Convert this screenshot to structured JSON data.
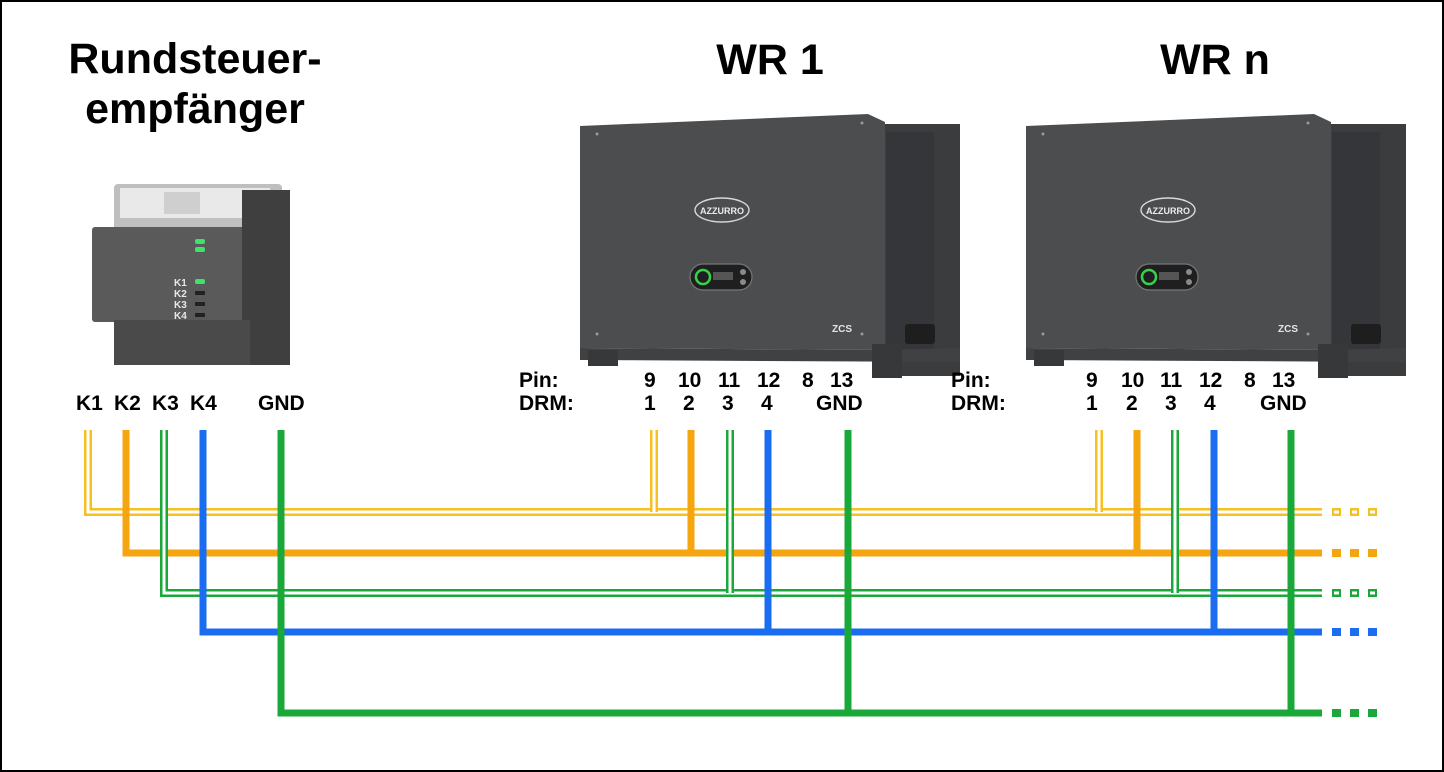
{
  "receiver": {
    "title_line1": "Rundsteuer-",
    "title_line2": "empfänger",
    "device_labels": [
      "K1",
      "K2",
      "K3",
      "K4"
    ],
    "terminals": [
      "K1",
      "K2",
      "K3",
      "K4",
      "GND"
    ]
  },
  "inverters": [
    {
      "title": "WR 1",
      "brand": "AZZURRO",
      "maker": "ZCS",
      "pin_label": "Pin:",
      "drm_label": "DRM:",
      "pins": [
        "9",
        "10",
        "11",
        "12",
        "8",
        "13"
      ],
      "drm": [
        "1",
        "2",
        "3",
        "4",
        "GND"
      ]
    },
    {
      "title": "WR n",
      "brand": "AZZURRO",
      "maker": "ZCS",
      "pin_label": "Pin:",
      "drm_label": "DRM:",
      "pins": [
        "9",
        "10",
        "11",
        "12",
        "8",
        "13"
      ],
      "drm": [
        "1",
        "2",
        "3",
        "4",
        "GND"
      ]
    }
  ],
  "wires": [
    {
      "signal": "K1",
      "color": "#f6c022",
      "style": "double"
    },
    {
      "signal": "K2",
      "color": "#f5a50f",
      "style": "solid"
    },
    {
      "signal": "K3",
      "color": "#1aa83a",
      "style": "double"
    },
    {
      "signal": "K4",
      "color": "#1a6cf0",
      "style": "solid"
    },
    {
      "signal": "GND",
      "color": "#1aa83a",
      "style": "solid"
    }
  ],
  "colors": {
    "inverter_body": "#4c4d4f",
    "receiver_body": "#555555",
    "border": "#000000"
  }
}
